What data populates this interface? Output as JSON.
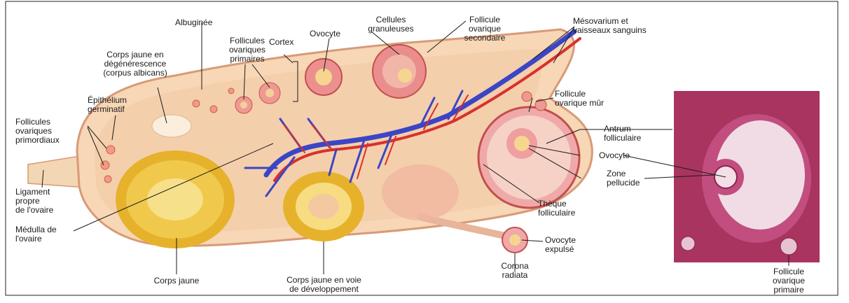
{
  "colors": {
    "ovary_tissue": "#f7d7b5",
    "ovary_outline": "#d89a78",
    "corpus_luteum": "#e6b22c",
    "artery": "#d8312b",
    "vein": "#3b45c6",
    "follicle_pink": "#e98b8b",
    "histology_bg": "#a8345f",
    "histology_antrum": "#f1dce6"
  },
  "labels": {
    "albuginee": "Albuginée",
    "ovocyte_top": "Ovocyte",
    "cellules_granuleuses": "Cellules\ngranuleuses",
    "follicule_secondaire": "Follicule\novarique\nsecondaire",
    "mesovarium": "Mésovarium et\nvaisseaux sanguins",
    "follicules_primaires": "Follicules\novariques\nprimaires",
    "cortex": "Cortex",
    "corps_jaune_degen": "Corps jaune en\ndégénérescence\n(corpus albicans)",
    "epithelium": "Épithélium\ngerminatif",
    "follicule_mur": "Follicule\novarique mûr",
    "follicules_primordiaux": "Follicules\novariques\nprimordiaux",
    "antrum": "Antrum\nfolliculaire",
    "ovocyte_right": "Ovocyte",
    "zone_pellucide": "Zone\npellucide",
    "ligament": "Ligament\npropre\nde l'ovaire",
    "theque": "Thèque\nfolliculaire",
    "medulla": "Médulla de\nl'ovaire",
    "ovocyte_expulse": "Ovocyte\nexpulsé",
    "corps_jaune": "Corps jaune",
    "corps_jaune_dev": "Corps jaune en voie\nde développement",
    "corona_radiata": "Corona\nradiata",
    "follicule_primaire_histo": "Follicule\novarique\nprimaire"
  }
}
